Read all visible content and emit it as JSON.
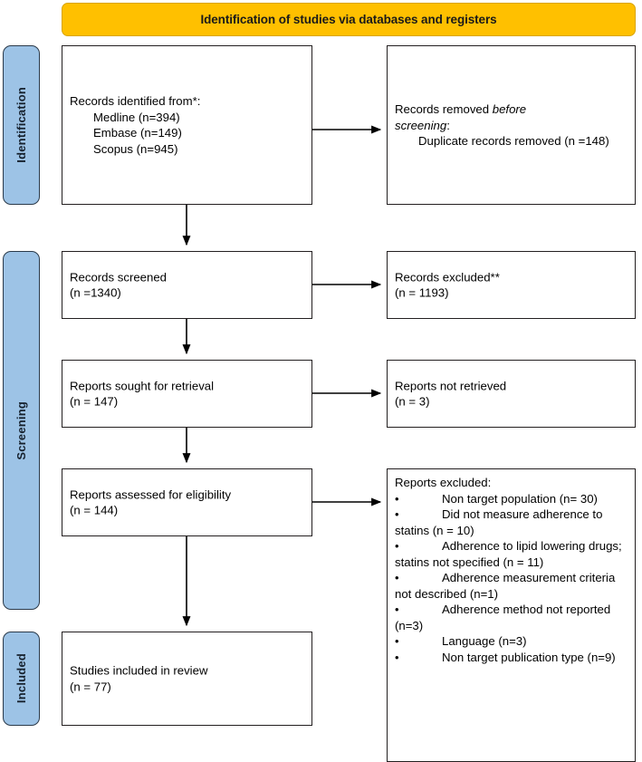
{
  "header": {
    "title": "Identification of studies via databases and registers",
    "bg_color": "#FFC000"
  },
  "phases": [
    {
      "name": "identification",
      "label": "Identification"
    },
    {
      "name": "screening",
      "label": "Screening"
    },
    {
      "name": "included",
      "label": "Included"
    }
  ],
  "phase_bar_color": "#9DC3E6",
  "boxes": {
    "identified": {
      "heading": "Records identified from*:",
      "items": [
        "Medline (n=394)",
        "Embase (n=149)",
        "Scopus (n=945)"
      ]
    },
    "removed": {
      "line1_plain": "Records removed ",
      "line1_italic": "before",
      "line2_italic": "screening",
      "line2_plain": ":",
      "item": "Duplicate records removed (n =148)"
    },
    "screened": {
      "line1": "Records screened",
      "line2": "(n =1340)"
    },
    "records_excluded": {
      "line1": "Records excluded**",
      "line2": "(n = 1193)"
    },
    "sought": {
      "line1": "Reports sought for retrieval",
      "line2": "(n = 147)"
    },
    "not_retrieved": {
      "line1": "Reports not retrieved",
      "line2": "(n = 3)"
    },
    "assessed": {
      "line1": "Reports assessed for eligibility",
      "line2": "(n = 144)"
    },
    "reports_excluded": {
      "heading": "Reports excluded:",
      "reasons": [
        "Non target population (n= 30)",
        "Did not measure adherence to statins (n = 10)",
        "Adherence to lipid lowering drugs; statins not specified (n = 11)",
        "Adherence measurement criteria not described (n=1)",
        "Adherence method not reported (n=3)",
        "Language (n=3)",
        "Non target publication type (n=9)"
      ]
    },
    "included": {
      "line1": "Studies included in review",
      "line2": "(n = 77)"
    }
  }
}
